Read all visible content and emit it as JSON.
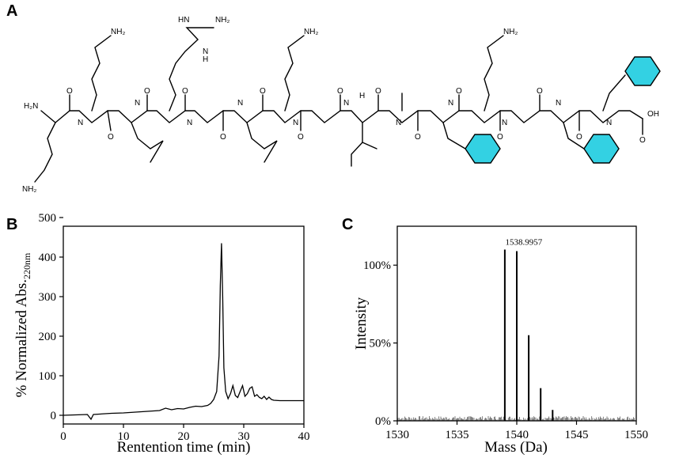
{
  "panels": {
    "a": {
      "letter": "A"
    },
    "b": {
      "letter": "B"
    },
    "c": {
      "letter": "C"
    }
  },
  "structure": {
    "labels": {
      "amine": "H₂N",
      "side_amine": "NH₂",
      "terminal_amine": "NH₂",
      "amide_h": "H",
      "amide_n": "N",
      "carbonyl_o": "O",
      "guanidino_imine": "HN",
      "guanidino_nh2": "NH₂",
      "guanidino_nh": "N",
      "guanidino_h": "H",
      "carboxyl": "OH"
    },
    "colors": {
      "highlight_ring": "#33d1e3"
    }
  },
  "chart_data": [
    {
      "panel": "B",
      "type": "line",
      "xlabel": "Rentention time (min)",
      "ylabel": "% Normalized Abs.",
      "ylabel_subscript": "220nm",
      "xlim": [
        0,
        40
      ],
      "ylim": [
        0,
        500
      ],
      "xticks": [
        0,
        10,
        20,
        30,
        40
      ],
      "yticks": [
        0,
        100,
        200,
        300,
        400,
        500
      ],
      "series": [
        {
          "x": [
            0,
            2,
            4,
            4.6,
            5,
            6,
            8,
            10,
            12,
            14,
            16,
            17,
            18,
            19,
            20,
            21,
            22,
            23,
            24,
            24.5,
            25,
            25.5,
            25.9,
            26.1,
            26.3,
            26.5,
            26.7,
            27,
            27.4,
            27.8,
            28.2,
            28.6,
            29,
            29.4,
            29.8,
            30.2,
            30.6,
            31,
            31.4,
            31.8,
            32.2,
            32.6,
            33,
            33.4,
            33.8,
            34.2,
            34.6,
            35,
            36,
            38,
            40
          ],
          "y": [
            0,
            1,
            2,
            -10,
            2,
            3,
            5,
            6,
            8,
            10,
            12,
            18,
            14,
            17,
            16,
            20,
            23,
            22,
            25,
            30,
            40,
            60,
            150,
            330,
            435,
            300,
            120,
            60,
            42,
            55,
            75,
            50,
            45,
            60,
            75,
            48,
            55,
            68,
            72,
            48,
            52,
            45,
            42,
            48,
            40,
            46,
            40,
            38,
            37,
            37,
            37
          ]
        }
      ]
    },
    {
      "panel": "C",
      "type": "bar",
      "xlabel": "Mass (Da)",
      "ylabel": "Intensity",
      "xlim": [
        1530,
        1550
      ],
      "ylim": [
        0,
        125
      ],
      "xticks": [
        1530,
        1535,
        1540,
        1545,
        1550
      ],
      "yticks": [
        0,
        50,
        100
      ],
      "ytick_labels": [
        "0%",
        "50%",
        "100%"
      ],
      "peak_label": "1538.9957",
      "peaks": {
        "x": [
          1539.0,
          1540.0,
          1541.0,
          1542.0,
          1543.0
        ],
        "y": [
          110,
          109,
          55,
          21,
          7
        ]
      }
    }
  ]
}
